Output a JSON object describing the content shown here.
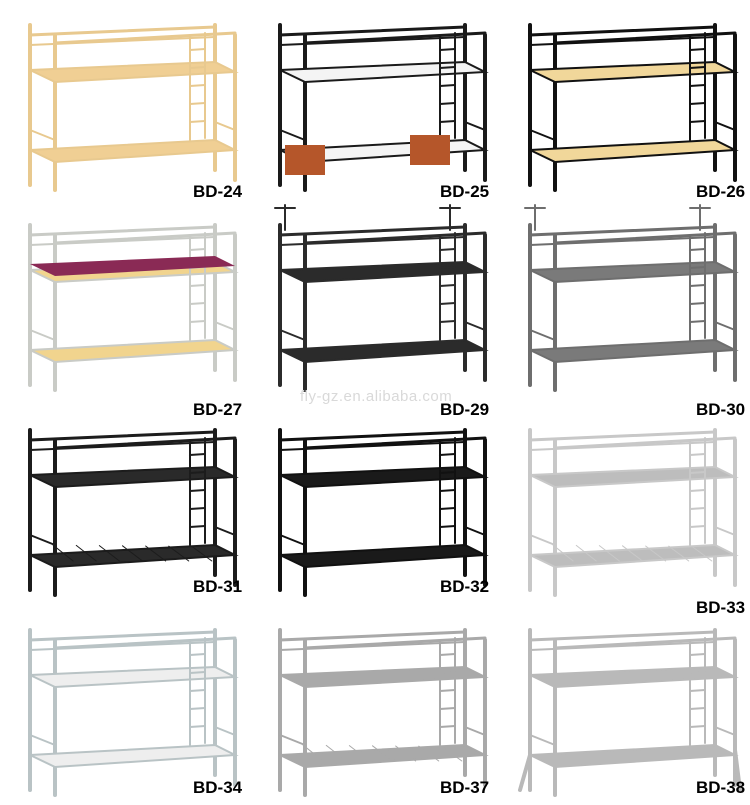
{
  "watermark": "fly-gz.en.alibaba.com",
  "products": [
    {
      "code": "BD-24",
      "frame_color": "#e8c98f",
      "deck_color": "#f0cf94",
      "style": "plain"
    },
    {
      "code": "BD-25",
      "frame_color": "#1a1a1a",
      "deck_color": "#f4f4f4",
      "style": "desk"
    },
    {
      "code": "BD-26",
      "frame_color": "#111111",
      "deck_color": "#f1d79a",
      "style": "plain"
    },
    {
      "code": "BD-27",
      "frame_color": "#c9cbc6",
      "deck_color": "#f1d48e",
      "style": "mattress"
    },
    {
      "code": "BD-29",
      "frame_color": "#2b2b2b",
      "deck_color": "#2b2b2b",
      "style": "poles"
    },
    {
      "code": "BD-30",
      "frame_color": "#6e6e6e",
      "deck_color": "#7a7a7a",
      "style": "poles"
    },
    {
      "code": "BD-31",
      "frame_color": "#1c1c1c",
      "deck_color": "#2a2a2a",
      "style": "mesh"
    },
    {
      "code": "BD-32",
      "frame_color": "#111111",
      "deck_color": "#1a1a1a",
      "style": "solid"
    },
    {
      "code": "BD-33",
      "frame_color": "#c8c8c8",
      "deck_color": "#bdbdbd",
      "style": "mesh"
    },
    {
      "code": "BD-34",
      "frame_color": "#b9c3c5",
      "deck_color": "#eeeeee",
      "style": "plain"
    },
    {
      "code": "BD-37",
      "frame_color": "#a9a9a9",
      "deck_color": "#a9a9a9",
      "style": "mesh"
    },
    {
      "code": "BD-38",
      "frame_color": "#b9b9b9",
      "deck_color": "#b9b9b9",
      "style": "twin"
    }
  ]
}
